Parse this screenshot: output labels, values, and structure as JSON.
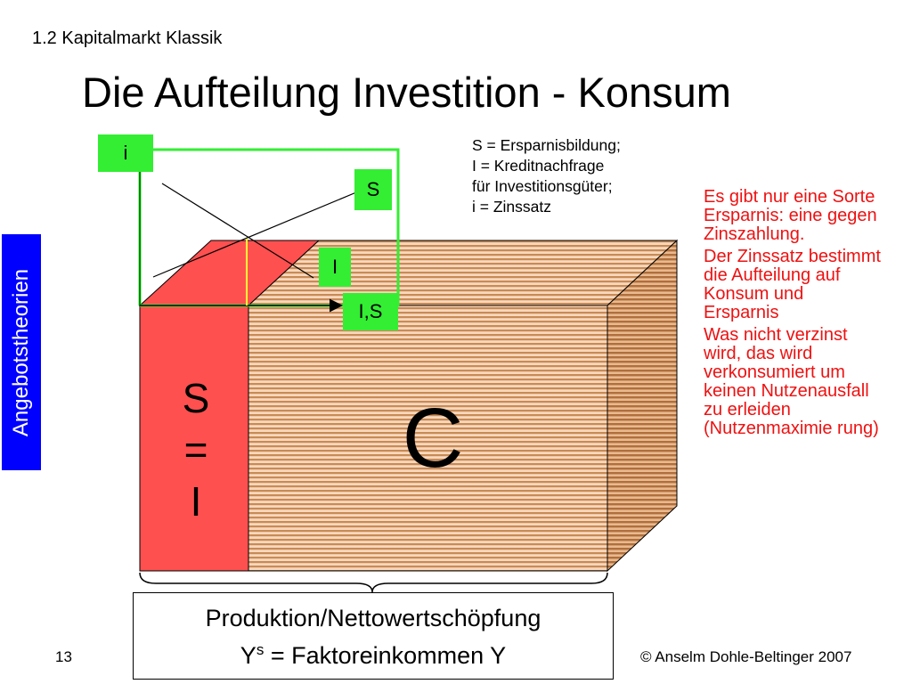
{
  "header": {
    "section": "1.2 Kapitalmarkt Klassik",
    "title": "Die Aufteilung Investition - Konsum"
  },
  "sidebar": {
    "tab_label": "Angebotstheorien"
  },
  "diagram": {
    "axis_y_label": "i",
    "axis_x_label": "I,S",
    "curve_s_label": "S",
    "curve_i_label": "I",
    "block_left_lines": [
      "S",
      "=",
      "I"
    ],
    "block_right_label": "C",
    "colors": {
      "green": "#33ee33",
      "red": "#ff5050",
      "brown_stripe": "#c98a55",
      "yellow": "#ffff33"
    }
  },
  "legend": [
    "S = Ersparnisbildung;",
    "I = Kreditnachfrage",
    "für Investitionsgüter;",
    "i = Zinssatz"
  ],
  "notes": [
    "Es gibt nur eine Sorte Ersparnis: eine gegen Zinszahlung.",
    "Der Zinssatz bestimmt die Aufteilung auf Konsum und Ersparnis",
    "Was nicht verzinst wird, das wird verkonsumiert um keinen Nutzenausfall zu erleiden (Nutzenmaximie rung)"
  ],
  "bottom_box": {
    "line1": "Produktion/Nettowertschöpfung",
    "line2_prefix": "Y",
    "line2_sup": "s",
    "line2_suffix": " = Faktoreinkommen Y"
  },
  "footer": {
    "page_number": "13",
    "copyright": "© Anselm Dohle-Beltinger 2007"
  }
}
